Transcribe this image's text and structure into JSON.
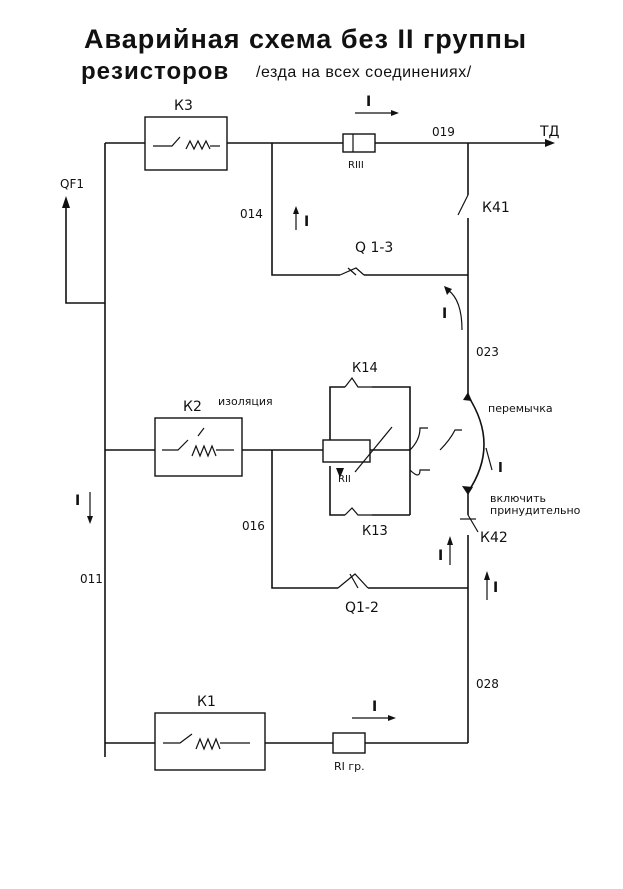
{
  "title": {
    "line1": "Аварийная схема без II группы",
    "line2a": "резисторов",
    "line2b": "/езда на всех соединениях/"
  },
  "labels": {
    "k3": "К3",
    "k2": "К2",
    "k1": "К1",
    "k14": "К14",
    "k13": "К13",
    "k41": "К41",
    "k42": "К42",
    "q13": "Q 1-3",
    "q12": "Q1-2",
    "qf1": "QF1",
    "td": "ТД",
    "r3": "RIII",
    "r2": "RII",
    "r1": "RI гр.",
    "n019": "019",
    "n014": "014",
    "n023": "023",
    "n016": "016",
    "n011": "011",
    "n028": "028",
    "izolyatsiya": "изоляция",
    "peremychka": "перемычка",
    "vkl1": "включить",
    "vkl2": "принудительно",
    "current": "I"
  }
}
